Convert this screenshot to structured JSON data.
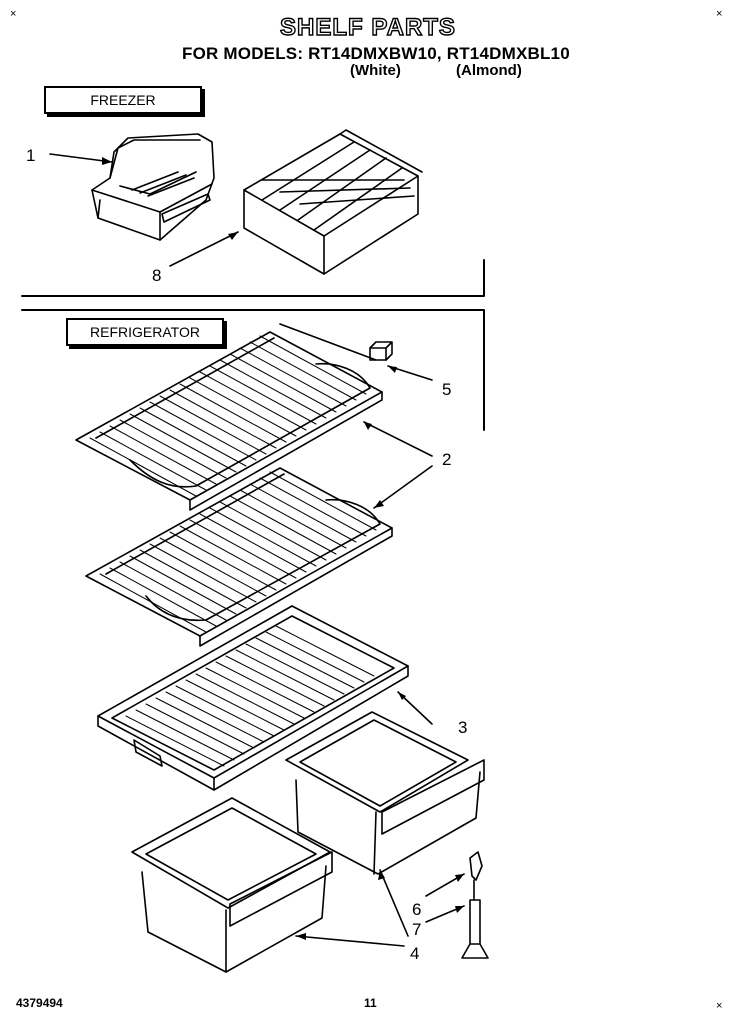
{
  "header": {
    "title": "SHELF PARTS",
    "models": "FOR MODELS: RT14DMXBW10, RT14DMXBL10",
    "color_white": "(White)",
    "color_almond": "(Almond)"
  },
  "sections": {
    "freezer": "FREEZER",
    "refrigerator": "REFRIGERATOR"
  },
  "callouts": [
    "1",
    "8",
    "5",
    "2",
    "3",
    "6",
    "7",
    "4"
  ],
  "footer": {
    "doc_number": "4379494",
    "page": "11"
  },
  "marks": {
    "corner": "×"
  }
}
